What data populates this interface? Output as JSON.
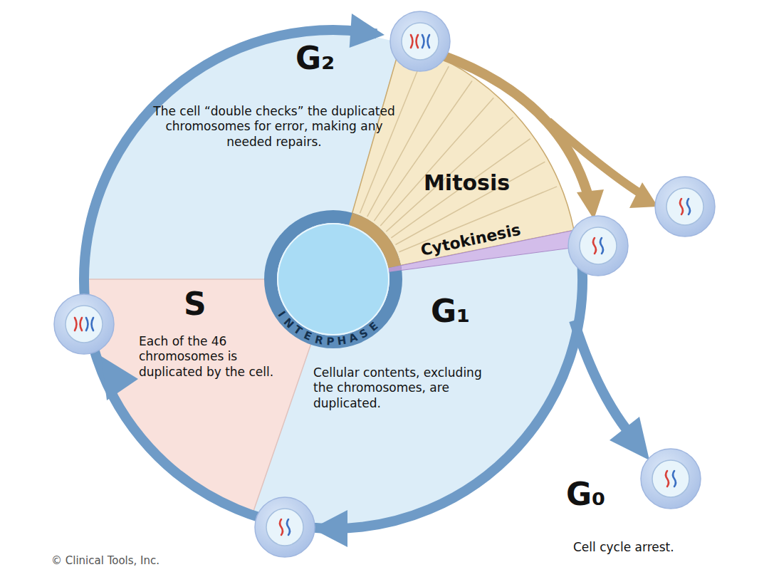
{
  "diagram": {
    "nodes": [
      {
        "text": [
          "G₂",
          "The cell “double checks” the duplicated chromosomes for error, making any needed repairs."
        ]
      },
      {
        "text": [
          "Mitosis"
        ]
      },
      {
        "text": [
          "Cytokinesis"
        ]
      },
      {
        "text": [
          "S",
          "Each of the 46 chromosomes is duplicated by the cell."
        ]
      },
      {
        "text": [
          "INTERPHASE"
        ]
      },
      {
        "text": [
          "G₁",
          "Cellular contents, excluding the chromosomes, are duplicated."
        ]
      }
    ],
    "labels": [
      "G₀",
      "Cell cycle arrest.",
      "© Clinical Tools, Inc."
    ]
  }
}
